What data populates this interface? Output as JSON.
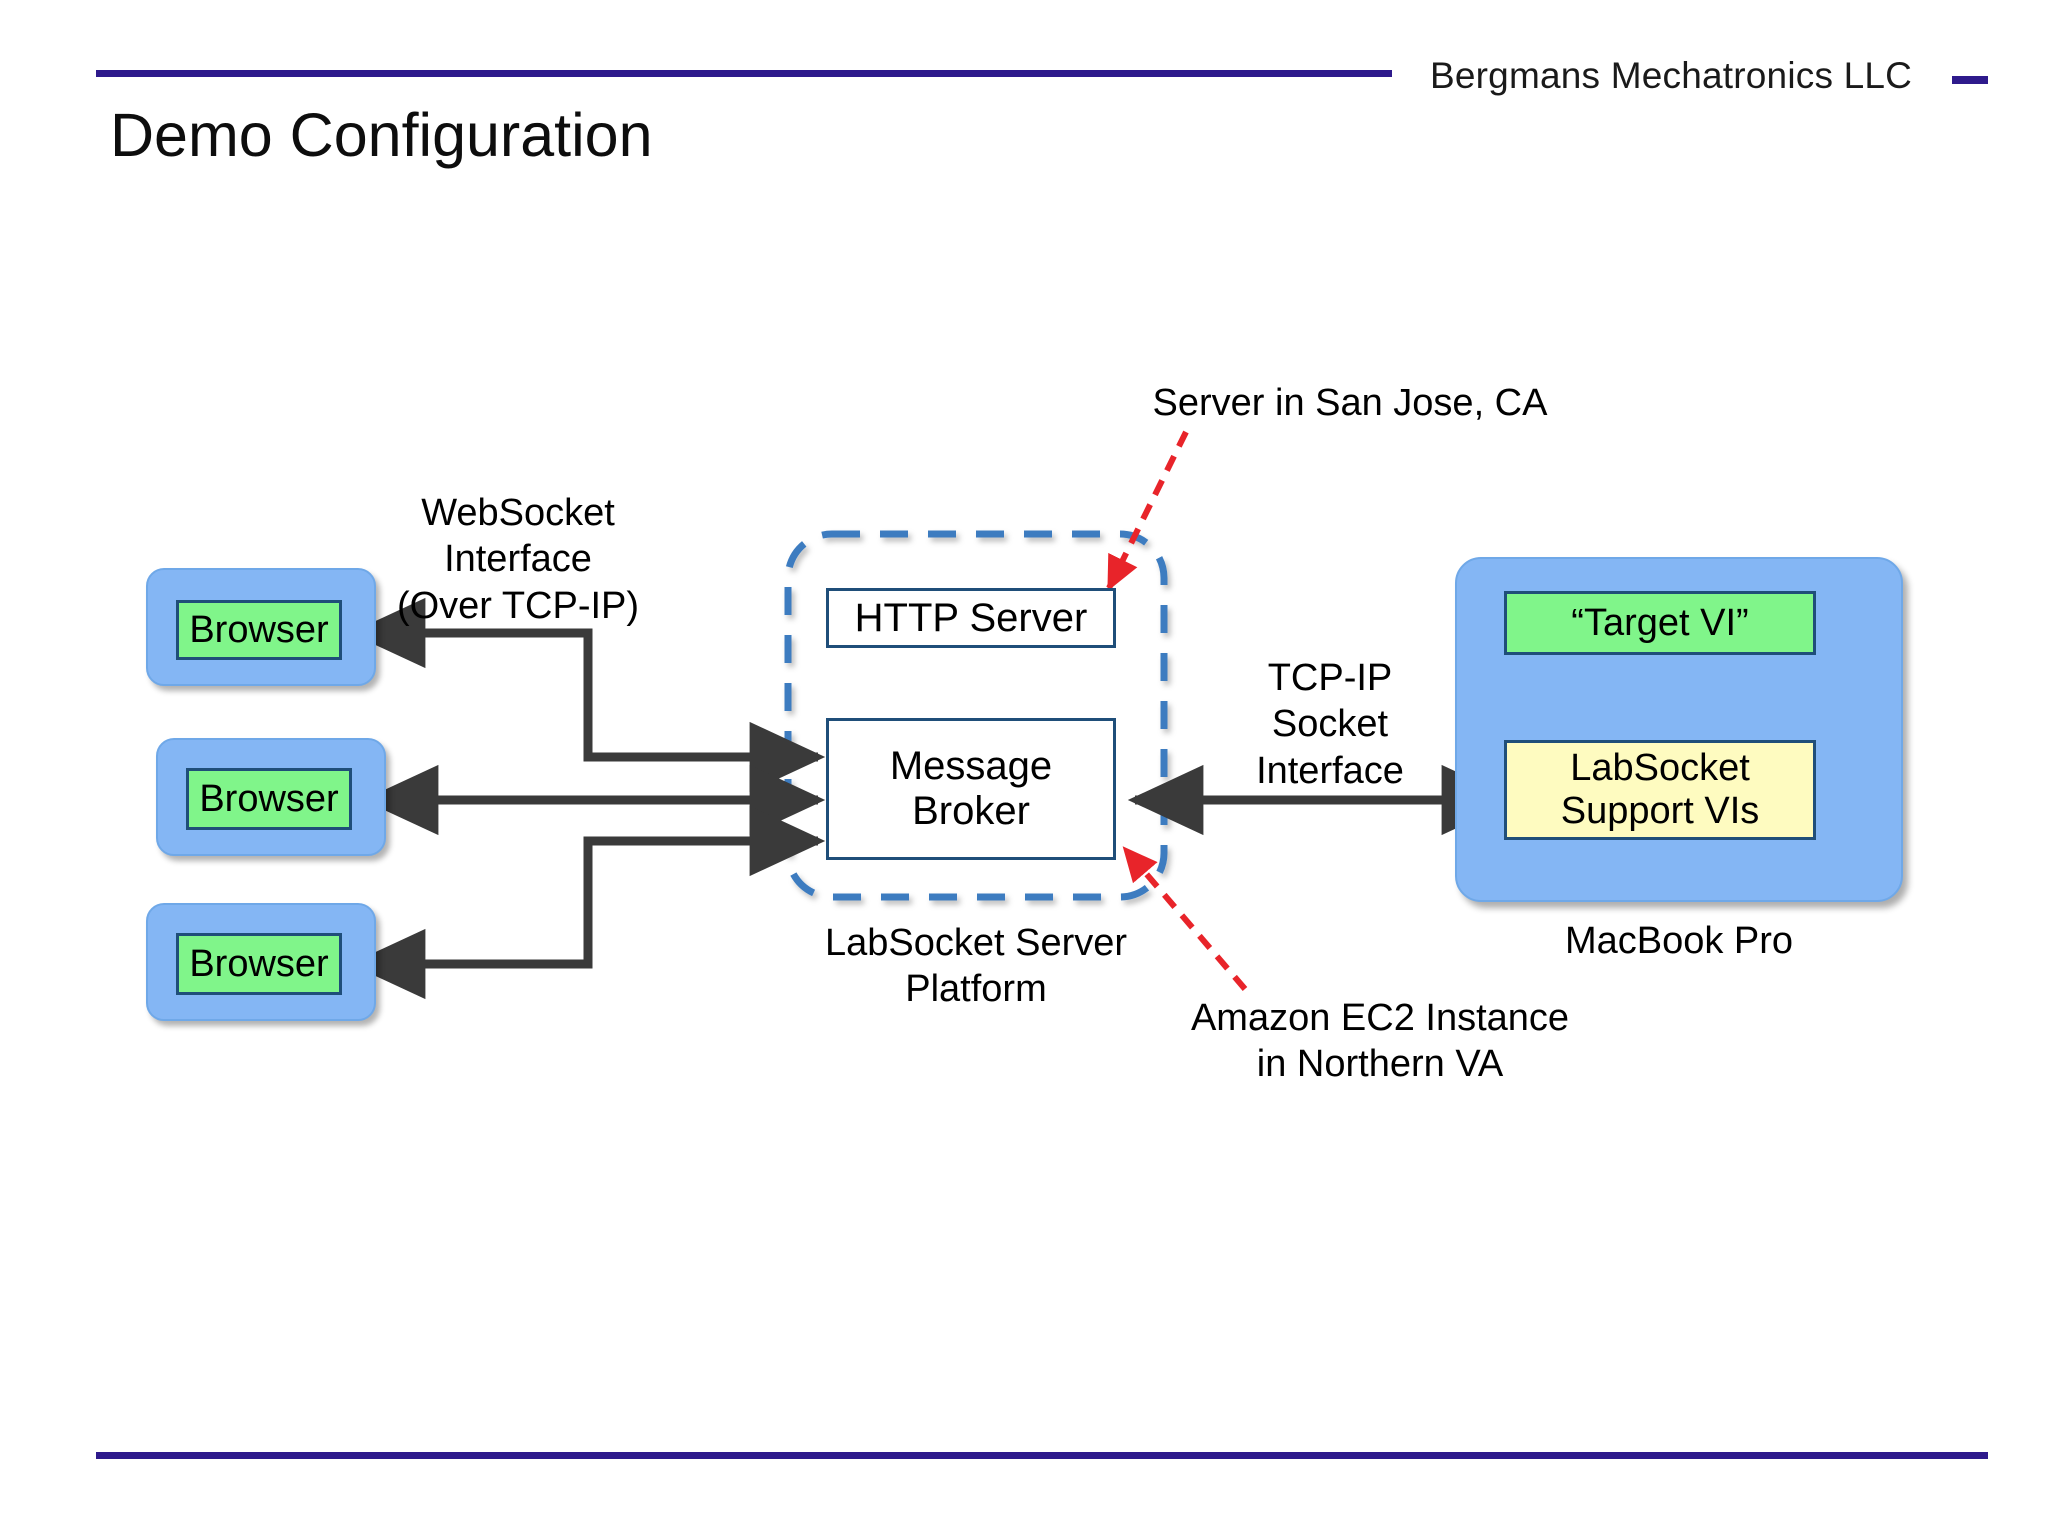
{
  "header": {
    "brand": "Bergmans Mechatronics LLC",
    "rule_color": "#2E1A8C"
  },
  "title": "Demo Configuration",
  "diagram": {
    "type": "block-diagram",
    "browsers": [
      {
        "label": "Browser"
      },
      {
        "label": "Browser"
      },
      {
        "label": "Browser"
      }
    ],
    "server_platform": {
      "caption": "LabSocket Server\nPlatform",
      "boxes": [
        {
          "label": "HTTP Server"
        },
        {
          "label": "Message Broker"
        }
      ],
      "border_color": "#3C7CC0",
      "border_style": "dashed"
    },
    "client_machine": {
      "caption": "MacBook Pro",
      "boxes": [
        {
          "label": "“Target VI”",
          "fill": "#80F58A"
        },
        {
          "label": "LabSocket\nSupport VIs",
          "fill": "#FEFBC0"
        }
      ],
      "fill": "#84B6F4"
    },
    "connection_labels": [
      {
        "text": "WebSocket\nInterface\n(Over TCP-IP)"
      },
      {
        "text": "TCP-IP\nSocket\nInterface"
      }
    ],
    "annotations": [
      {
        "text": "Server in San Jose, CA",
        "color": "#E8242A",
        "points_to": "HTTP Server"
      },
      {
        "text": "Amazon EC2 Instance\nin Northern VA",
        "color": "#E8242A",
        "points_to": "Message Broker"
      }
    ],
    "colors": {
      "arrow": "#3A3A3A",
      "node_border": "#1F4E79",
      "browser_fill": "#84B6F4",
      "browser_inner_fill": "#80F58A",
      "platform_dash": "#3C7CC0",
      "annotation_red": "#E8242A"
    }
  }
}
